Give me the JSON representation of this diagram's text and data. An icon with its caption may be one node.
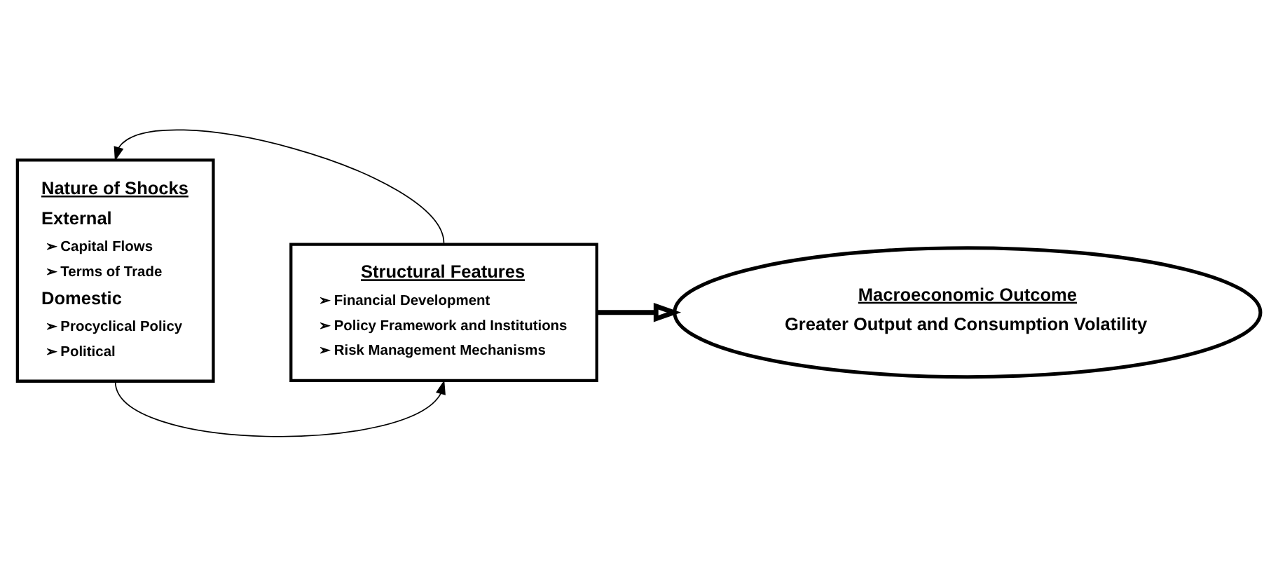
{
  "diagram": {
    "nodes": [
      {
        "text": [
          "Nature of Shocks",
          "External",
          "➢ Capital Flows",
          "➢ Terms of Trade",
          "Domestic",
          "➢ Procyclical Policy",
          "➢ Political"
        ]
      },
      {
        "text": [
          "Structural Features",
          "➢ Financial Development",
          "➢ Policy Framework and Institutions",
          "➢ Risk Management Mechanisms"
        ]
      },
      {
        "text": [
          "Macroeconomic Outcome",
          "Greater Output and Consumption Volatility"
        ]
      }
    ],
    "edges": [
      {
        "from": 1,
        "to": 0,
        "arrow": "to"
      },
      {
        "from": 0,
        "to": 1,
        "arrow": "to"
      },
      {
        "from": 1,
        "to": 2,
        "arrow": "to",
        "style": "thick"
      }
    ]
  }
}
